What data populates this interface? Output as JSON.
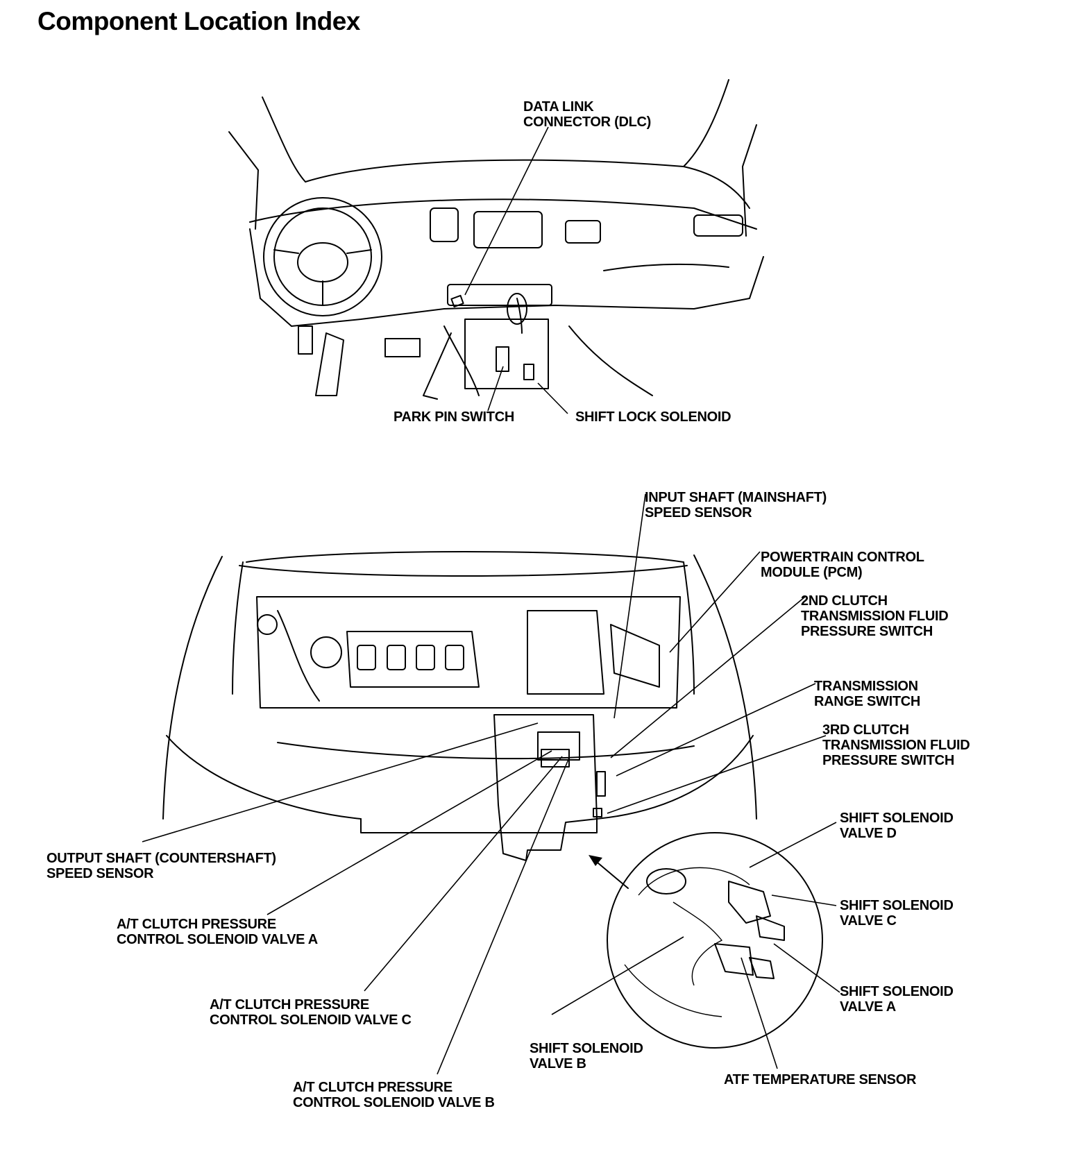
{
  "title": "Component Location Index",
  "labels": {
    "dlc": "DATA LINK\nCONNECTOR (DLC)",
    "park_pin_switch": "PARK PIN SWITCH",
    "shift_lock_solenoid": "SHIFT LOCK SOLENOID",
    "input_shaft_sensor": "INPUT SHAFT (MAINSHAFT)\nSPEED SENSOR",
    "pcm": "POWERTRAIN CONTROL\nMODULE (PCM)",
    "clutch_2nd_switch": "2ND CLUTCH\nTRANSMISSION FLUID\nPRESSURE SWITCH",
    "range_switch": "TRANSMISSION\nRANGE SWITCH",
    "clutch_3rd_switch": "3RD CLUTCH\nTRANSMISSION FLUID\nPRESSURE SWITCH",
    "output_shaft_sensor": "OUTPUT SHAFT (COUNTERSHAFT)\nSPEED SENSOR",
    "at_valve_a": "A/T CLUTCH PRESSURE\nCONTROL SOLENOID VALVE A",
    "at_valve_c": "A/T CLUTCH PRESSURE\nCONTROL SOLENOID VALVE C",
    "at_valve_b": "A/T CLUTCH PRESSURE\nCONTROL SOLENOID VALVE B",
    "shift_valve_d": "SHIFT SOLENOID\nVALVE D",
    "shift_valve_c": "SHIFT SOLENOID\nVALVE C",
    "shift_valve_a": "SHIFT SOLENOID\nVALVE A",
    "shift_valve_b": "SHIFT SOLENOID\nVALVE B",
    "atf_temp_sensor": "ATF TEMPERATURE SENSOR"
  }
}
